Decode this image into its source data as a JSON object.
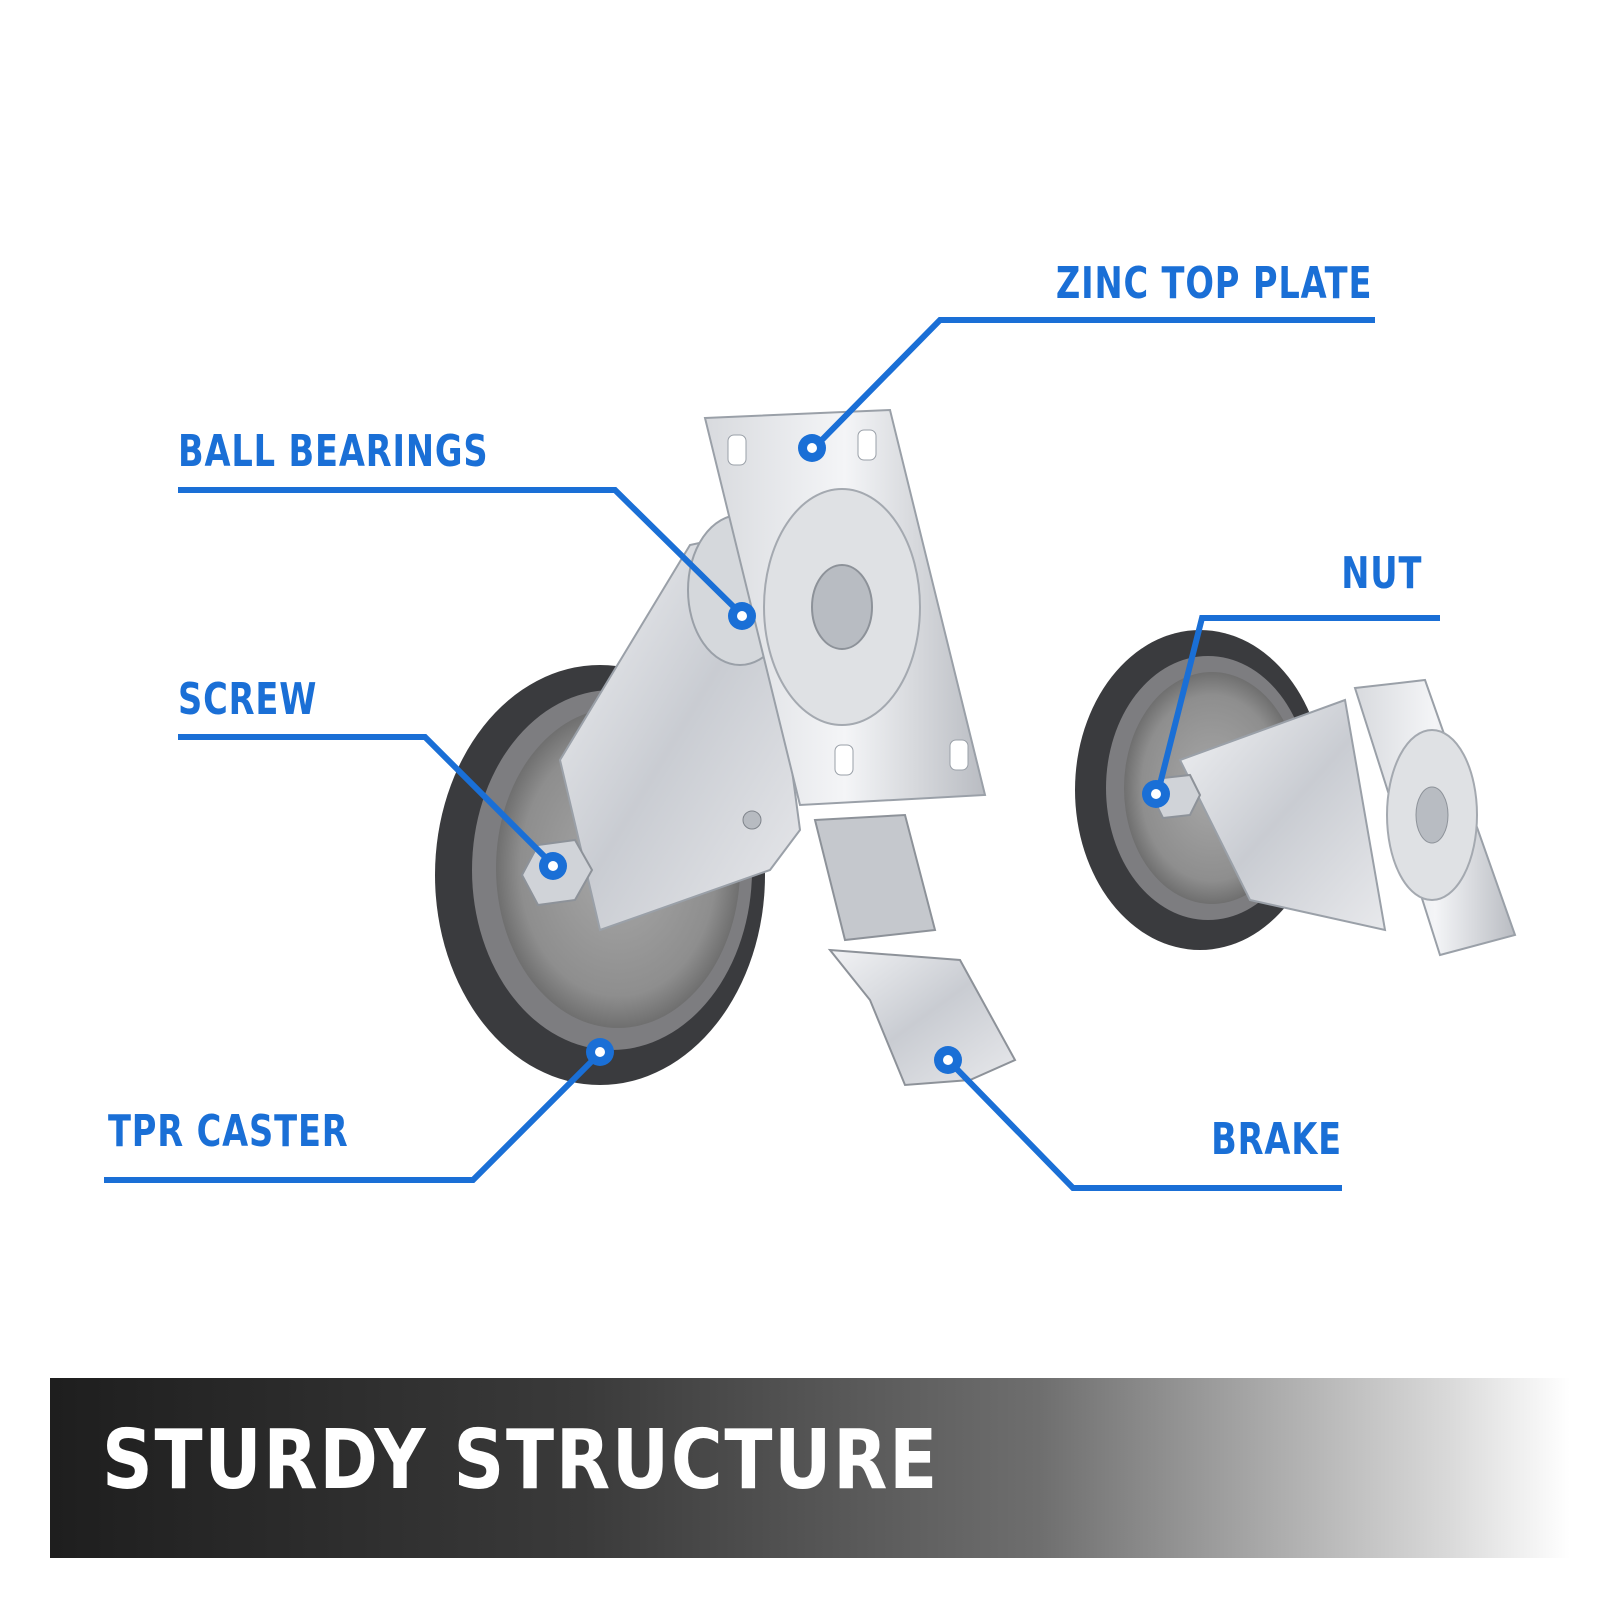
{
  "labels": {
    "zinc_top_plate": "ZINC TOP PLATE",
    "ball_bearings": "BALL BEARINGS",
    "screw": "SCREW",
    "nut": "NUT",
    "tpr_caster": "TPR CASTER",
    "brake": "BRAKE"
  },
  "banner": {
    "title": "STURDY STRUCTURE"
  },
  "colors": {
    "accent": "#1a6fd6",
    "banner_dark": "#1e1e1e",
    "banner_text": "#ffffff"
  }
}
